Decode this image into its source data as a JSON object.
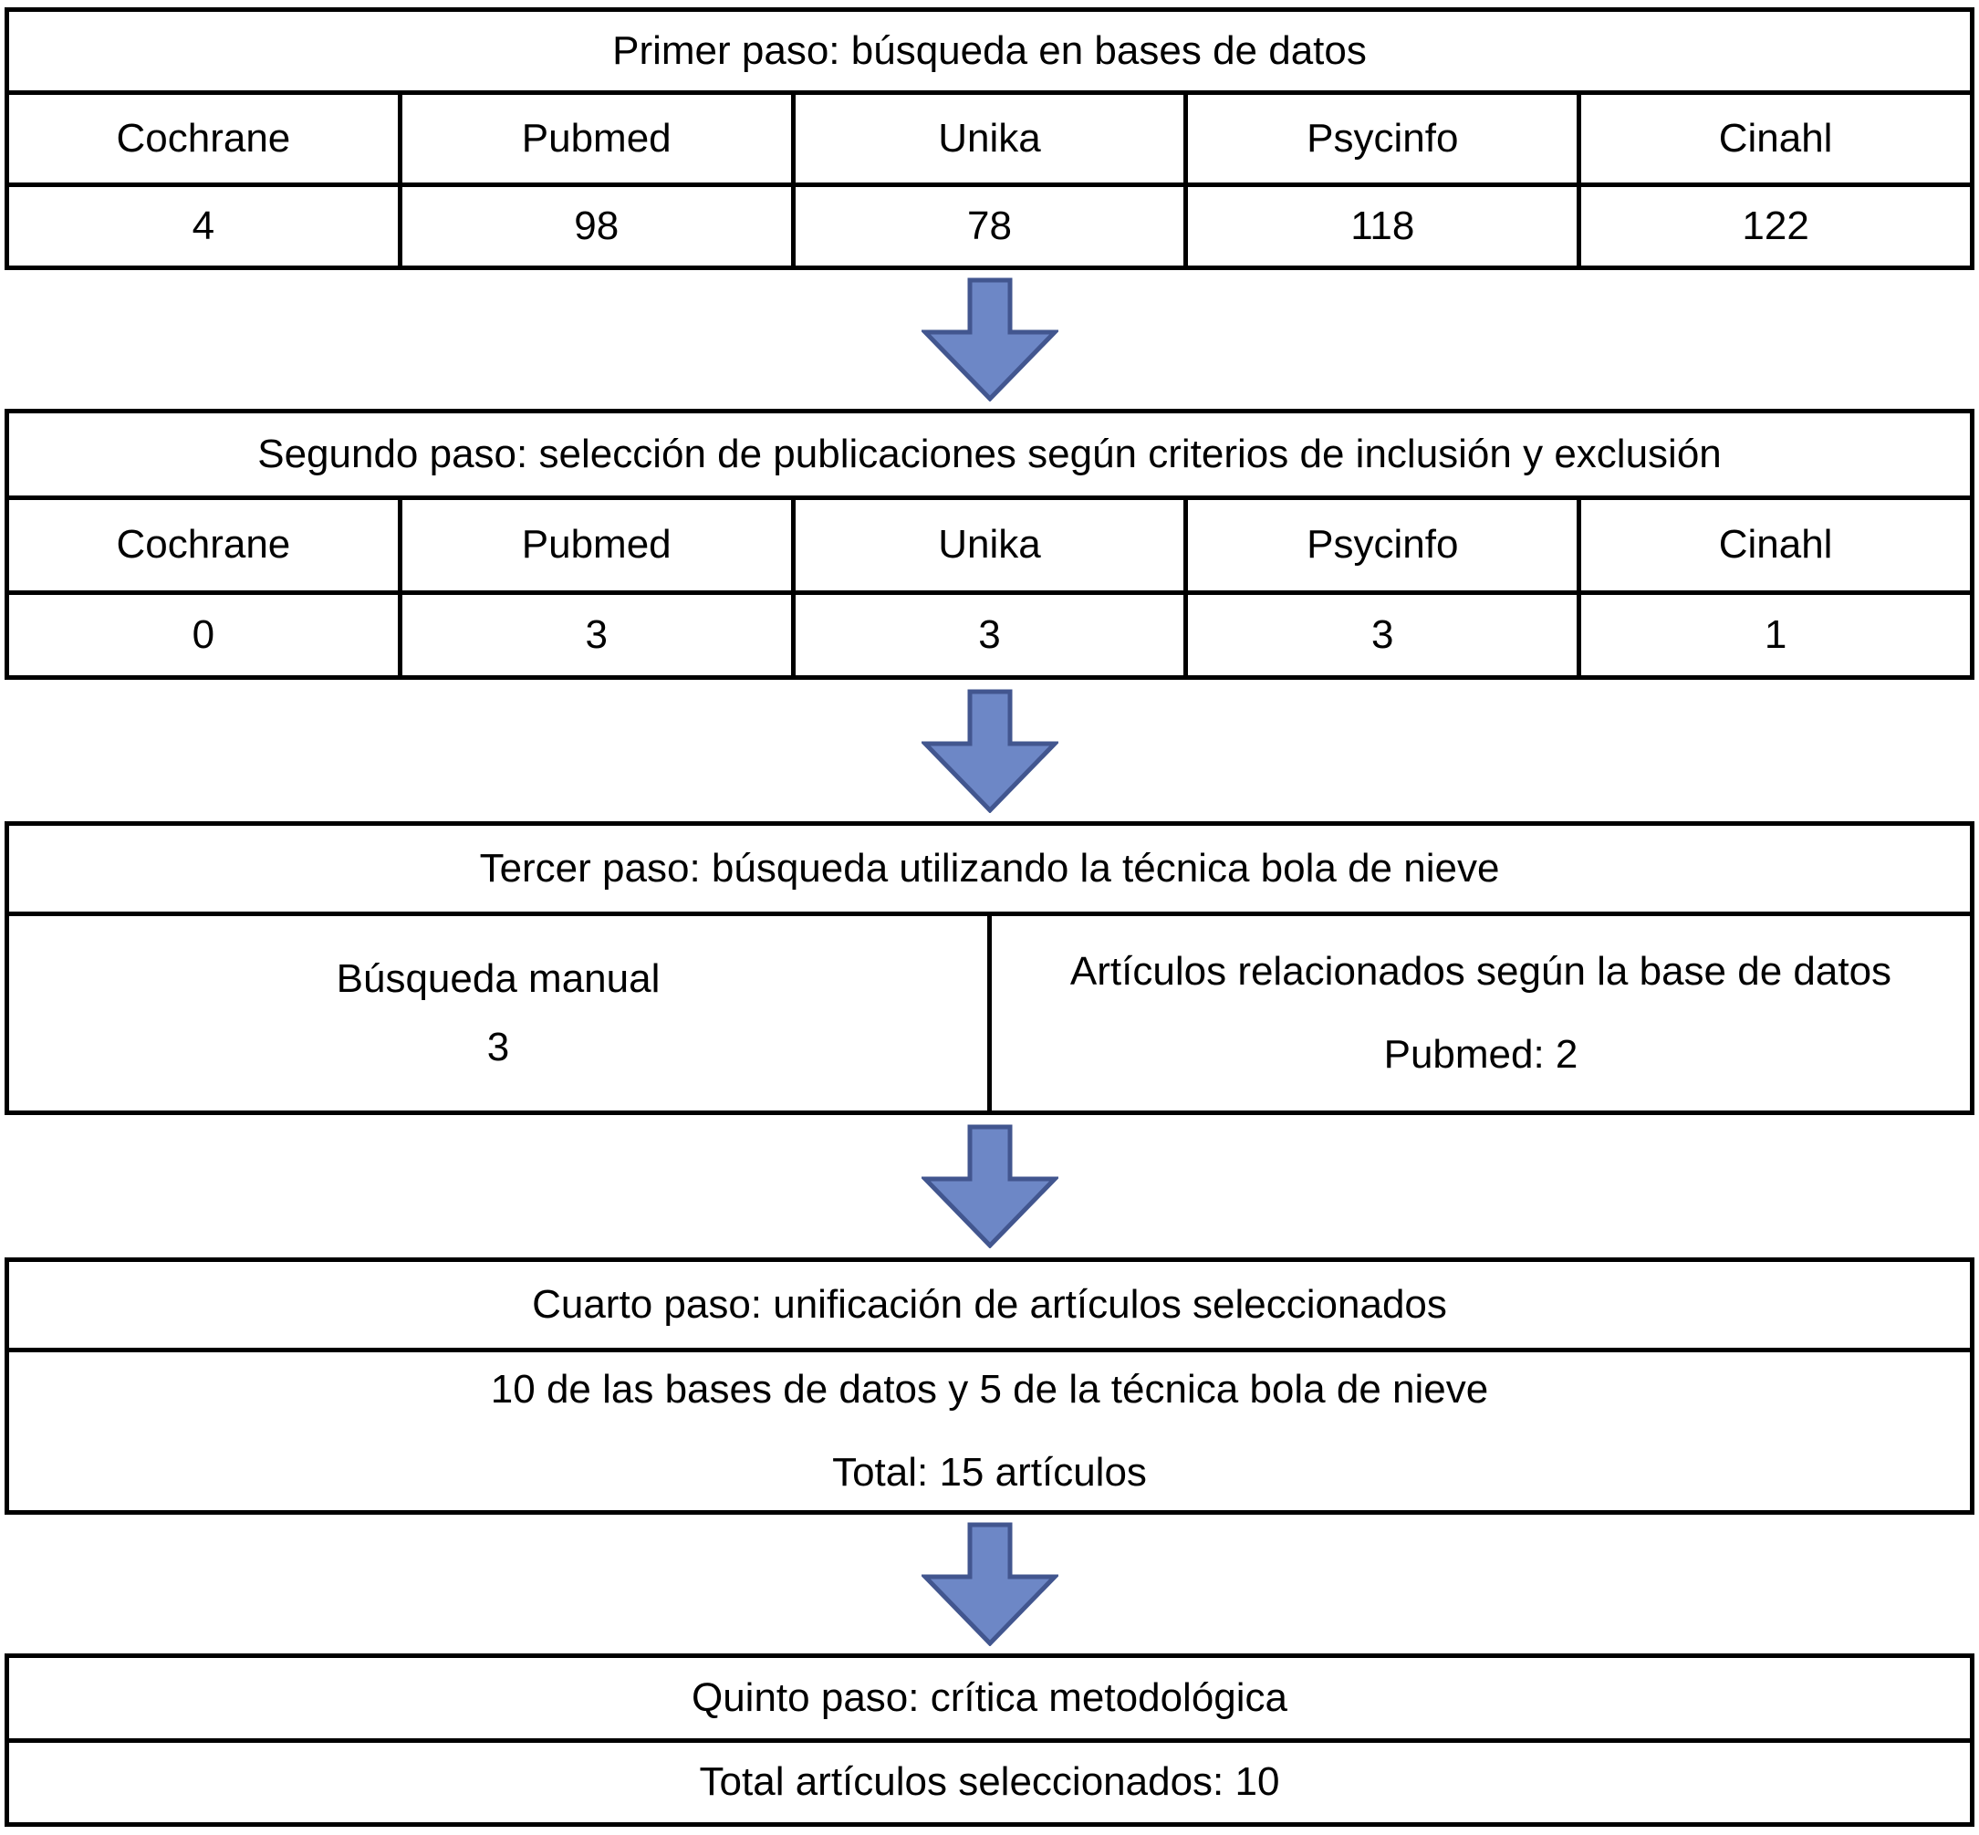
{
  "colors": {
    "arrow_fill": "#6D87C6",
    "arrow_stroke": "#42568F",
    "border": "#000000",
    "background": "#FFFFFF",
    "text": "#000000"
  },
  "steps": [
    {
      "title": "Primer paso: búsqueda en bases de datos",
      "columns": [
        "Cochrane",
        "Pubmed",
        "Unika",
        "Psycinfo",
        "Cinahl"
      ],
      "values": [
        "4",
        "98",
        "78",
        "118",
        "122"
      ]
    },
    {
      "title": "Segundo paso: selección de publicaciones según criterios de inclusión y exclusión",
      "columns": [
        "Cochrane",
        "Pubmed",
        "Unika",
        "Psycinfo",
        "Cinahl"
      ],
      "values": [
        "0",
        "3",
        "3",
        "3",
        "1"
      ]
    },
    {
      "title": "Tercer paso: búsqueda utilizando la técnica bola de nieve",
      "left_cell": {
        "line1": "Búsqueda manual",
        "line2": "3"
      },
      "right_cell": {
        "line1": "Artículos relacionados según la base de datos",
        "line2": "Pubmed: 2"
      }
    },
    {
      "title": "Cuarto paso: unificación de artículos seleccionados",
      "line1": "10 de las bases de datos y 5 de la técnica bola de nieve",
      "line2": "Total: 15 artículos"
    },
    {
      "title": "Quinto paso: crítica metodológica",
      "line1": "Total artículos seleccionados: 10"
    }
  ]
}
